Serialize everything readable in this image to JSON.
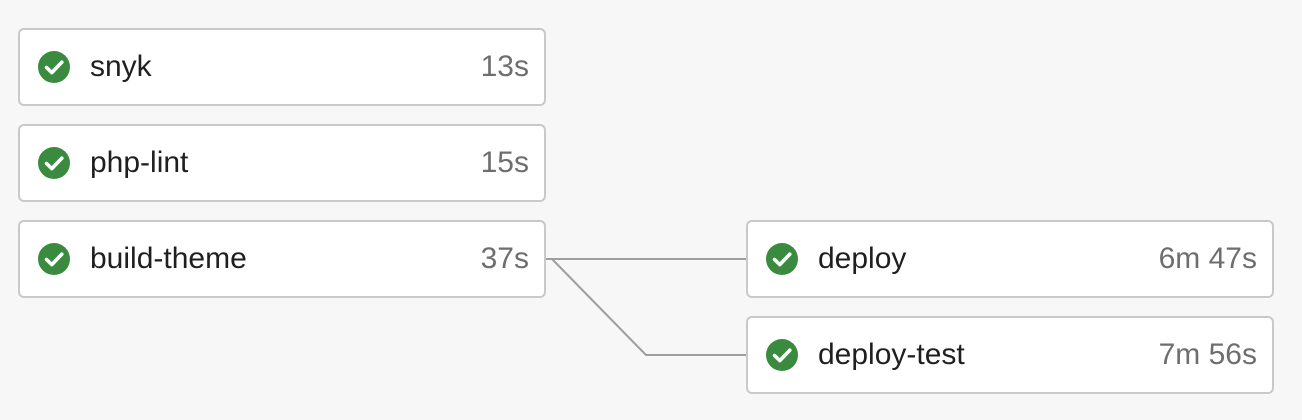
{
  "pipeline": {
    "stages": [
      {
        "jobs": [
          {
            "name": "snyk",
            "duration": "13s",
            "status_icon": "success-check-icon"
          },
          {
            "name": "php-lint",
            "duration": "15s",
            "status_icon": "success-check-icon"
          },
          {
            "name": "build-theme",
            "duration": "37s",
            "status_icon": "success-check-icon"
          }
        ]
      },
      {
        "jobs": [
          {
            "name": "deploy",
            "duration": "6m 47s",
            "status_icon": "success-check-icon"
          },
          {
            "name": "deploy-test",
            "duration": "7m 56s",
            "status_icon": "success-check-icon"
          }
        ]
      }
    ],
    "colors": {
      "success": "#3a8b3f",
      "connector": "#9e9e9e",
      "card_border": "#c9c9c9",
      "background": "#f7f7f7"
    }
  }
}
